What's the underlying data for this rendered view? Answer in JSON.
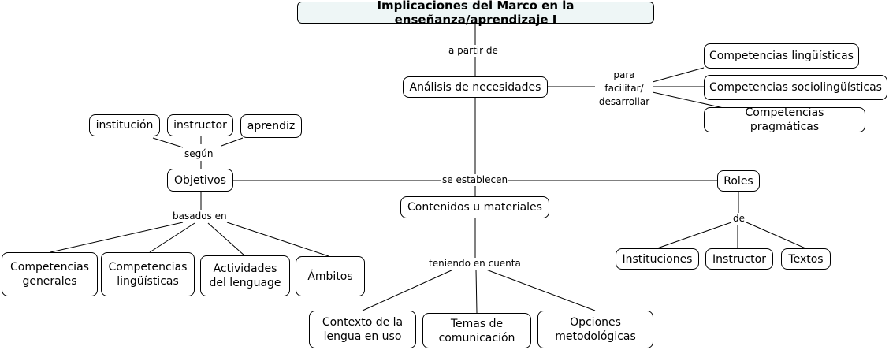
{
  "title": "Implicaciones del Marco en la enseñanza/aprendizaje I",
  "nodes": {
    "analisis": "Análisis de necesidades",
    "comp_ling_top": "Competencias lingüísticas",
    "comp_socio": "Competencias sociolingüísticas",
    "comp_prag": "Competencias pragmáticas",
    "institucion": "institución",
    "instructor": "instructor",
    "aprendiz": "aprendiz",
    "objetivos": "Objetivos",
    "roles": "Roles",
    "contenidos": "Contenidos u materiales",
    "comp_generales": "Competencias generales",
    "comp_ling_bottom": "Competencias lingüísticas",
    "actividades": "Actividades del lenguage",
    "ambitos": "Ámbitos",
    "instituciones": "Instituciones",
    "instructor_roles": "Instructor",
    "textos": "Textos",
    "contexto": "Contexto de la lengua en uso",
    "temas": "Temas de comunicación",
    "opciones": "Opciones metodológicas"
  },
  "links": {
    "a_partir_de": "a partir de",
    "para": "para facilitar/ desarrollar",
    "segun": "según",
    "se_establecen": "se establecen",
    "basados_en": "basados en",
    "de": "de",
    "teniendo": "teniendo en cuenta"
  }
}
